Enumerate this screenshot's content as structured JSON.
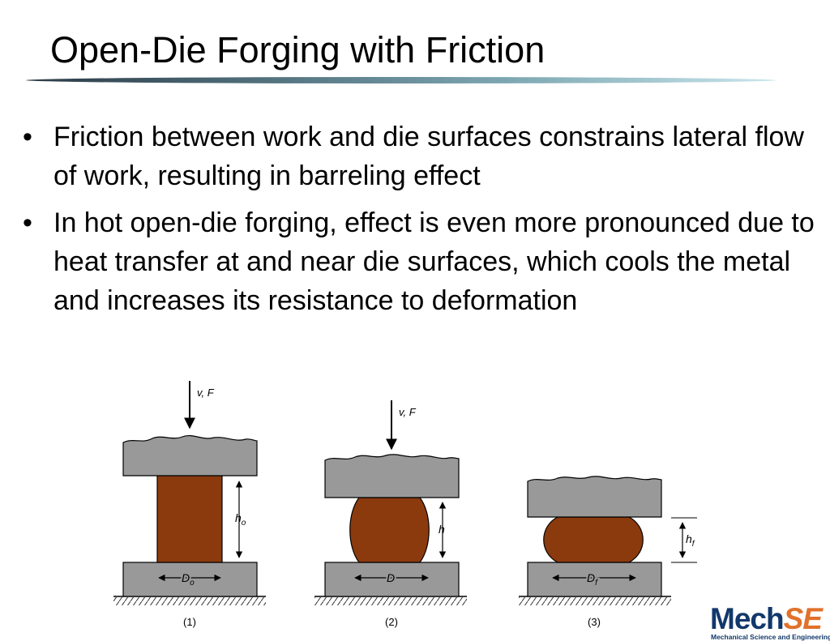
{
  "slide": {
    "title": "Open-Die Forging with Friction",
    "bullet_glyph": "•",
    "bullets": [
      "Friction between work and die surfaces constrains lateral flow of work, resulting in barreling effect",
      "In hot open-die forging, effect is even more pronounced due to heat transfer at and near die surfaces, which cools the metal and increases its resistance to deformation"
    ]
  },
  "figure": {
    "colors": {
      "die": "#999999",
      "work": "#8b3a0e",
      "ground": "#333333"
    },
    "stages": [
      {
        "caption": "(1)",
        "force_label": "v, F",
        "height_label": "h",
        "height_sub": "o",
        "diameter_label": "D",
        "diameter_sub": "o"
      },
      {
        "caption": "(2)",
        "force_label": "v, F",
        "height_label": "h",
        "height_sub": "",
        "diameter_label": "D",
        "diameter_sub": ""
      },
      {
        "caption": "(3)",
        "force_label": "",
        "height_label": "h",
        "height_sub": "f",
        "diameter_label": "D",
        "diameter_sub": "f"
      }
    ]
  },
  "logo": {
    "part1": "Mech",
    "part2": "SE",
    "subtitle": "Mechanical Science and Engineering"
  }
}
